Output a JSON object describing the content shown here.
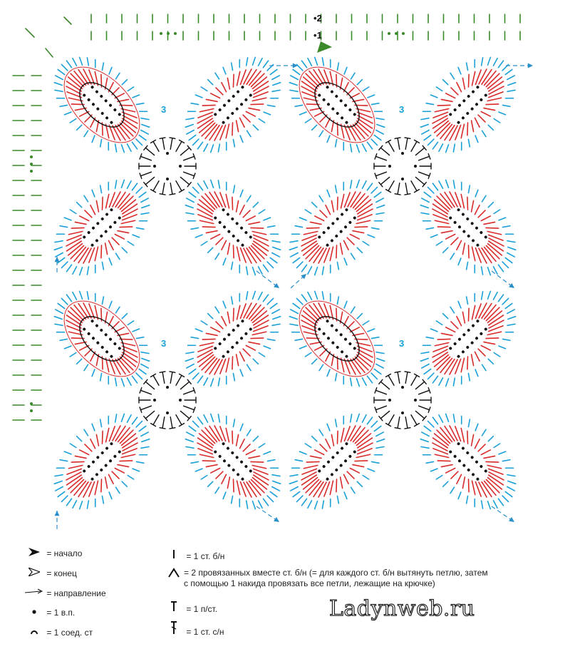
{
  "colors": {
    "green": "#3a8a2a",
    "blue": "#1aa0d8",
    "red": "#d92a2a",
    "black": "#111111",
    "arrow_blue": "#2a8fc8"
  },
  "row_marks": {
    "r1": "1",
    "r2": "2",
    "r3": "3"
  },
  "legend_left": [
    {
      "icon": "start-arrow-icon",
      "text": "= начало"
    },
    {
      "icon": "end-arrow-icon",
      "text": "= конец"
    },
    {
      "icon": "direction-arrow-icon",
      "text": "= направление"
    },
    {
      "icon": "chain-dot-icon",
      "text": "= 1 в.п."
    },
    {
      "icon": "slip-stitch-icon",
      "text": "= 1 соед. ст"
    }
  ],
  "legend_right": [
    {
      "icon": "single-crochet-icon",
      "text": "= 1 ст. б/н"
    },
    {
      "icon": "sc2tog-icon",
      "text": "= 2 провязанных вместе ст. б/н (= для каждого ст. б/н вытянуть петлю, затем",
      "text2": "с помощью 1 накида провязать все петли, лежащие на крючке)"
    },
    {
      "icon": "half-double-icon",
      "text": "= 1 п/ст."
    },
    {
      "icon": "double-crochet-icon",
      "text": "= 1 ст. с/н"
    }
  ],
  "watermark": "Ladynweb.ru"
}
